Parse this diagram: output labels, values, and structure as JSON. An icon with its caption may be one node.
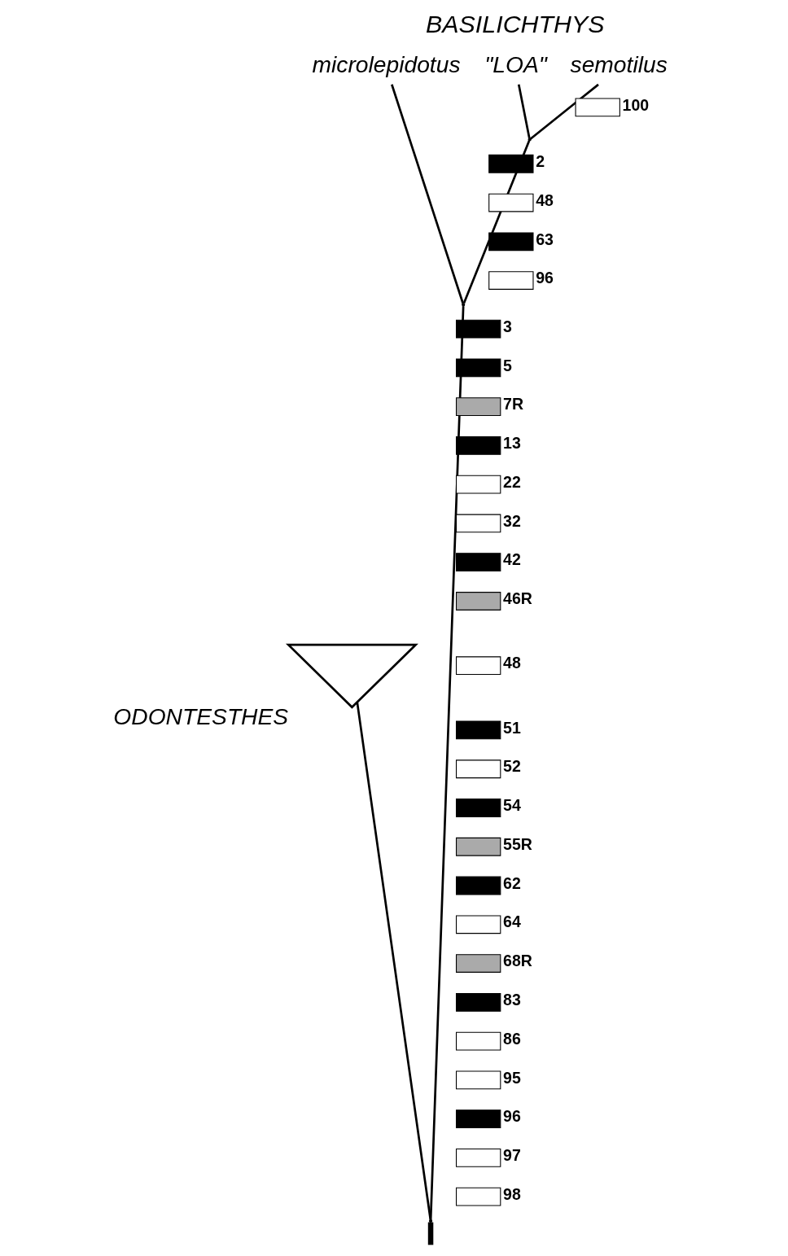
{
  "diagram": {
    "nodes": [
      {
        "text": [
          "ODONTESTHES"
        ]
      },
      {
        "text": [
          "microlepidotus"
        ]
      },
      {
        "text": [
          "\"LOA\""
        ]
      },
      {
        "text": [
          "semotilus"
        ]
      },
      {
        "text": [],
        "shape": "point"
      },
      {
        "text": [],
        "shape": "point"
      },
      {
        "text": [],
        "shape": "point"
      }
    ],
    "edges": [
      {
        "from": null,
        "to": 4,
        "arrow": "none",
        "style": "thick"
      },
      {
        "from": 4,
        "to": 0,
        "arrow": "none"
      },
      {
        "from": 4,
        "to": 5,
        "arrow": "none"
      },
      {
        "from": 5,
        "to": 1,
        "arrow": "none"
      },
      {
        "from": 5,
        "to": 6,
        "arrow": "none"
      },
      {
        "from": 6,
        "to": 2,
        "arrow": "none"
      },
      {
        "from": 6,
        "to": 3,
        "arrow": "none"
      }
    ],
    "labels": [
      "BASILICHTHYS",
      "100",
      "2",
      "48",
      "63",
      "96",
      "3",
      "5",
      "7R",
      "13",
      "22",
      "32",
      "42",
      "46R",
      "48",
      "51",
      "52",
      "54",
      "55R",
      "62",
      "64",
      "68R",
      "83",
      "86",
      "95",
      "96",
      "97",
      "98"
    ]
  }
}
